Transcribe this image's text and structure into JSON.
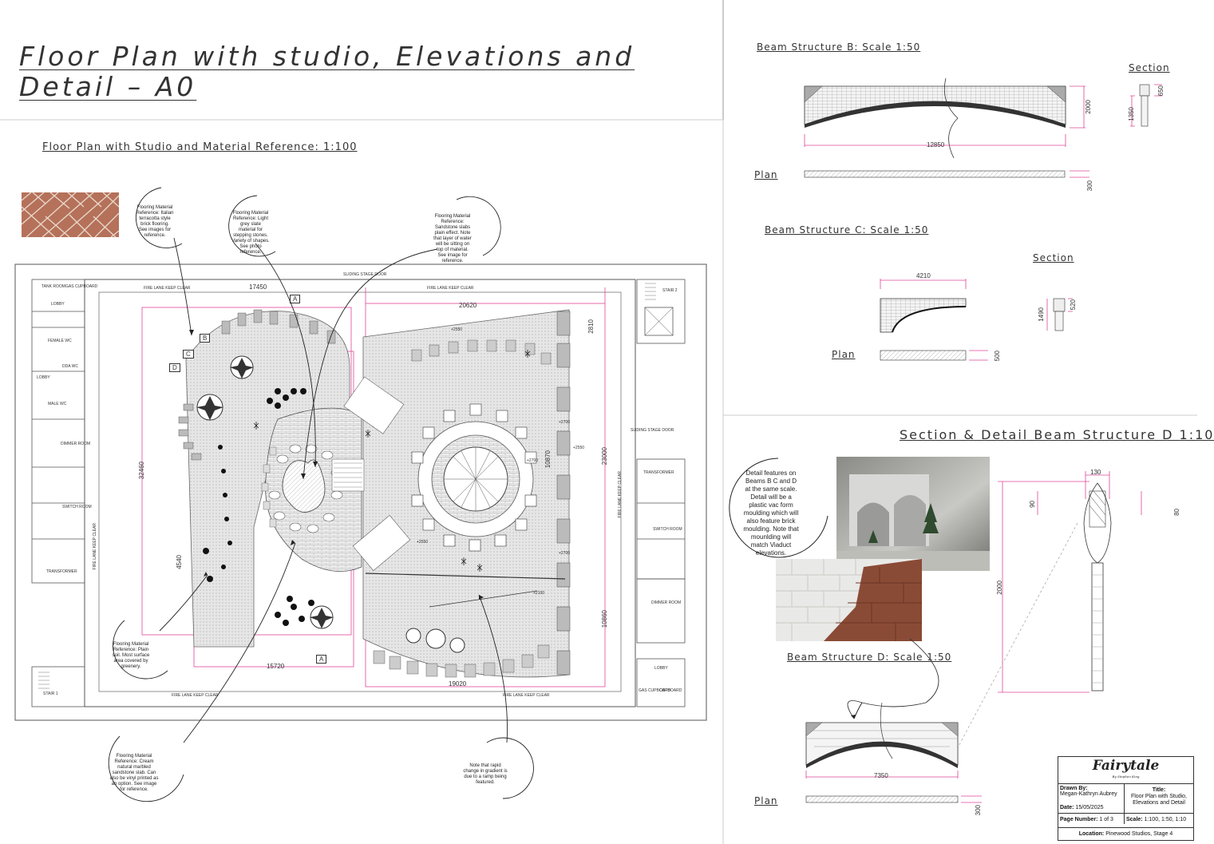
{
  "sheet_title": "Floor Plan with studio, Elevations and Detail – A0",
  "floor_plan": {
    "heading": "Floor Plan with Studio and Material Reference: 1:100",
    "notes": [
      "Flooring Material Reference: Italian terracotta style brick flooring. See images for reference.",
      "Flooring Material Reference: Light grey slate material for stepping stones. Variety of shapes. See photo reference.",
      "Flooring Material Reference: Sandstone slabs plain effect. Note that layer of water will be sitting on top of material. See image for reference.",
      "Flooring Material Reference: Plain soil. Most surface area covered by greenery.",
      "Flooring Material Reference: Cream natural marbled sandstone slab. Can also be vinyl printed as an option. See image for reference.",
      "Note that rapid change in gradient is due to a ramp being featured."
    ],
    "rooms": {
      "tank_room": "TANK ROOM",
      "gas_cupboard": "GAS CUPBOARD",
      "lobby": "LOBBY",
      "female_wc": "FEMALE WC",
      "dda_wc": "DDA WC",
      "lobby2": "LOBBY",
      "male_wc": "MALE WC",
      "dimmer_room": "DIMMER ROOM",
      "switch_room": "SWITCH ROOM",
      "transformer": "TRANSFORMER",
      "stair1": "STAIR 1",
      "stair2": "STAIR 2",
      "transformer2": "TRANSFORMER",
      "switch_room2": "SWITCH ROOM",
      "dimmer_room2": "DIMMER ROOM",
      "lobby3": "LOBBY",
      "gas_cupboard2": "GAS CUPBOARD",
      "cupboard": "CUPBOARD"
    },
    "sliding_door_top": "SLIDING STAGE DOOR",
    "sliding_door_right": "SLIDING STAGE DOOR",
    "fire_lane": "FIRE LANE KEEP CLEAR",
    "section_marks": [
      "A",
      "B",
      "C",
      "D",
      "A"
    ],
    "dimensions": {
      "d17450": "17450",
      "d20620": "20620",
      "d2810": "2810",
      "d32460": "32460",
      "d23000": "23000",
      "d4540": "4540",
      "d15720": "15720",
      "d19020": "19020",
      "d10860": "10860",
      "d10870": "10870"
    },
    "levels": [
      "+2550",
      "+2700",
      "+2550",
      "+2700",
      "+2700",
      "+2550",
      "+2100"
    ]
  },
  "beam_b": {
    "heading": "Beam Structure B: Scale 1:50",
    "section_label": "Section",
    "plan_label": "Plan",
    "width": "12850",
    "height": "2000",
    "plan_depth": "300",
    "section_h1": "1350",
    "section_h2": "650"
  },
  "beam_c": {
    "heading": "Beam Structure C: Scale 1:50",
    "section_label": "Section",
    "plan_label": "Plan",
    "width": "4210",
    "plan_depth": "500",
    "section_h1": "1490",
    "section_h2": "520"
  },
  "detail_d": {
    "heading": "Section & Detail Beam Structure D 1:10",
    "note": "Detail features on Beams B C and D at the same scale. Detail will be a plastic vac form moulding which will also feature brick moulding. Note that mounlding will match Viaduct elevations.",
    "dim_130": "130",
    "dim_90": "90",
    "dim_80": "80",
    "dim_2000": "2000"
  },
  "beam_d": {
    "heading": "Beam Structure D: Scale 1:50",
    "plan_label": "Plan",
    "width": "7350",
    "plan_depth": "300"
  },
  "title_block": {
    "logo": "Fairytale",
    "logo_sub": "By Stephen King",
    "drawn_by_label": "Drawn By:",
    "drawn_by": "Megan-Kathryn Aubrey",
    "date_label": "Date:",
    "date": "15/05/2025",
    "title_label": "Title:",
    "title": "Floor Plan with Studio, Elevations and Detail",
    "page_label": "Page Number:",
    "page": "1 of 3",
    "scale_label": "Scale:",
    "scale": "1:100, 1:50, 1:10",
    "location_label": "Location:",
    "location": "Pinewood Studios, Stage 4"
  },
  "colors": {
    "line": "#333333",
    "dimension": "#e0479a",
    "hatch": "#9a9a9a",
    "fill": "#d8d8d8"
  }
}
